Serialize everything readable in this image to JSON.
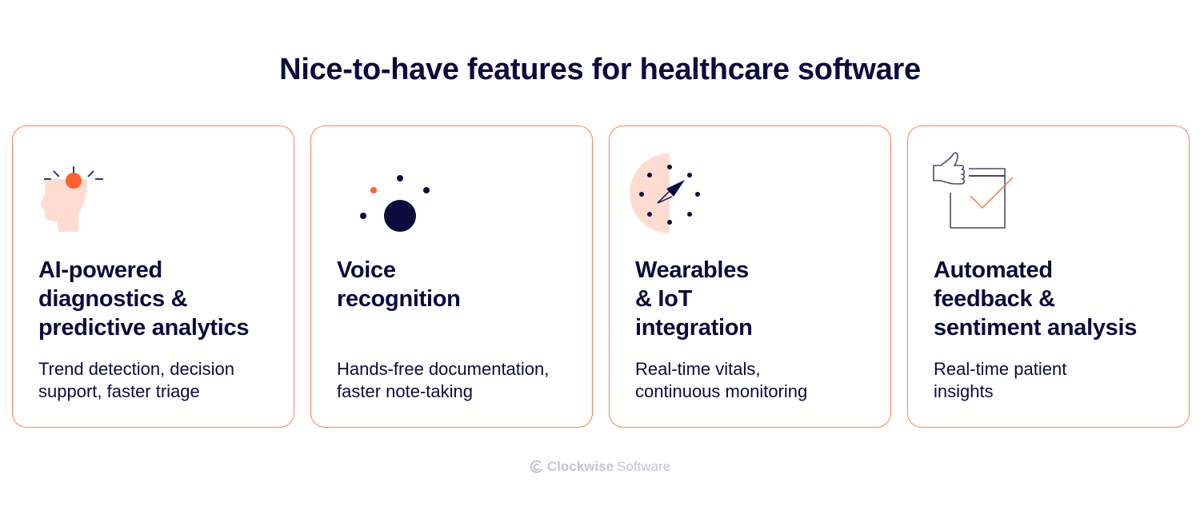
{
  "title": "Nice-to-have features for healthcare software",
  "colors": {
    "navy": "#0b0b3d",
    "accent_orange": "#ff6130",
    "border_orange": "#f7845a",
    "peach": "#ffdcd2",
    "footer_gray": "#c4c4d2"
  },
  "cards": [
    {
      "icon": "head-lightbulb-icon",
      "heading_lines": [
        "AI-powered",
        "diagnostics &",
        "predictive analytics"
      ],
      "desc_lines": [
        "Trend detection, decision",
        "support, faster triage"
      ]
    },
    {
      "icon": "voice-sound-dots-icon",
      "heading_lines": [
        "Voice",
        "recognition"
      ],
      "desc_lines": [
        "Hands-free documentation,",
        "faster note-taking"
      ]
    },
    {
      "icon": "compass-clock-icon",
      "heading_lines": [
        "Wearables",
        "& IoT",
        "integration"
      ],
      "desc_lines": [
        "Real-time vitals,",
        "continuous monitoring"
      ]
    },
    {
      "icon": "thumbs-up-checkbox-icon",
      "heading_lines": [
        "Automated",
        "feedback &",
        "sentiment analysis"
      ],
      "desc_lines": [
        "Real-time patient",
        "insights"
      ]
    }
  ],
  "footer": {
    "logo_icon": "clockwise-logo-icon",
    "brand_bold": "Clockwise",
    "brand_light": "Software"
  }
}
